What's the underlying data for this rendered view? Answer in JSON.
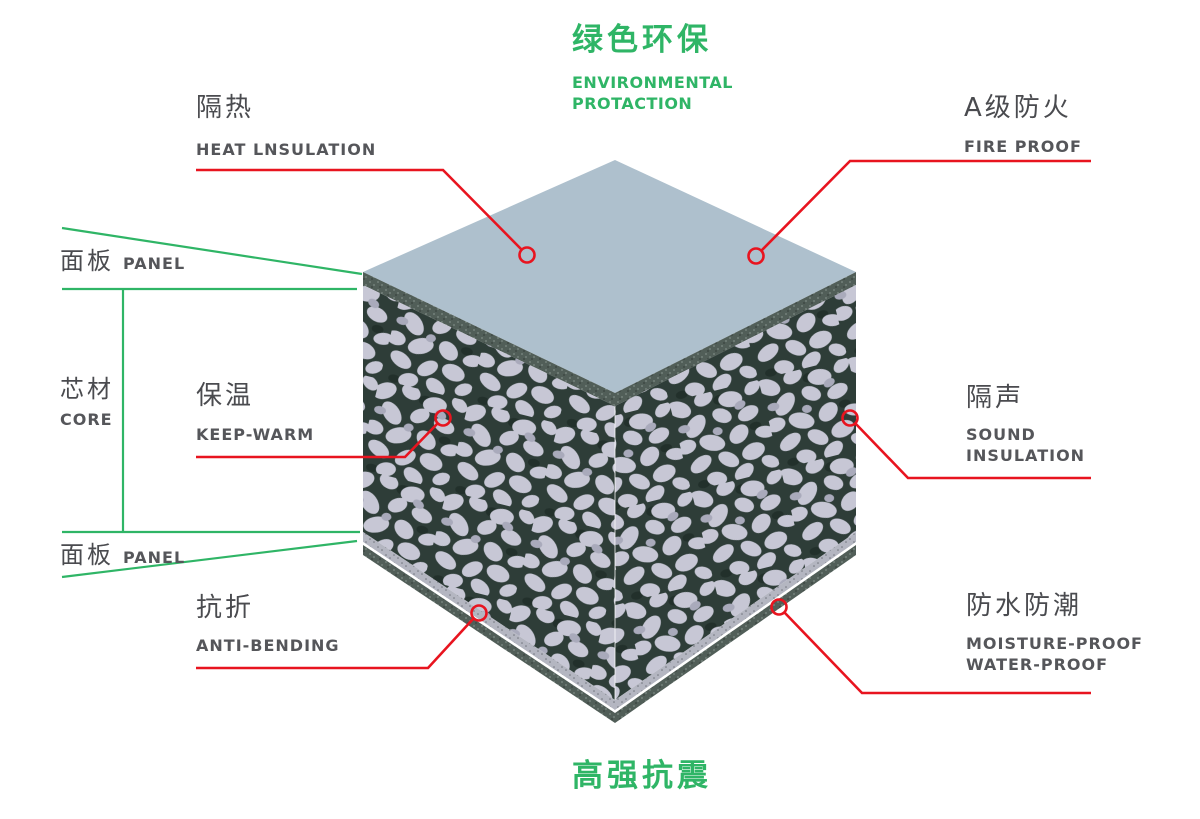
{
  "colors": {
    "green_accent": "#2fb566",
    "red_accent": "#e8141f",
    "text_zh": "#4a4b4f",
    "text_en": "#55565a",
    "panel_top_face": "#aec0cd",
    "core_background": "#2e3d38",
    "core_pebble": "#c7c7d5",
    "band_dark": "#515e58",
    "band_light": "#b4b6c1"
  },
  "top_title": {
    "zh": "绿色环保",
    "en_line1": "ENVIRONMENTAL",
    "en_line2": "PROTACTION"
  },
  "bottom_title": {
    "zh": "高强抗震"
  },
  "features": {
    "heat_insulation": {
      "zh": "隔热",
      "en": "HEAT LNSULATION"
    },
    "fire_proof": {
      "zh": "A级防火",
      "en": "FIRE PROOF"
    },
    "keep_warm": {
      "zh": "保温",
      "en": "KEEP-WARM"
    },
    "sound_insulation": {
      "zh": "隔声",
      "en_line1": "SOUND",
      "en_line2": "INSULATION"
    },
    "anti_bending": {
      "zh": "抗折",
      "en": "ANTI-BENDING"
    },
    "water_proof": {
      "zh": "防水防潮",
      "en_line1": "MOISTURE-PROOF",
      "en_line2": "WATER-PROOF"
    }
  },
  "layers": {
    "panel_top": {
      "zh": "面板",
      "en": "PANEL"
    },
    "core": {
      "zh": "芯材",
      "en": "CORE"
    },
    "panel_bottom": {
      "zh": "面板",
      "en": "PANEL"
    }
  }
}
